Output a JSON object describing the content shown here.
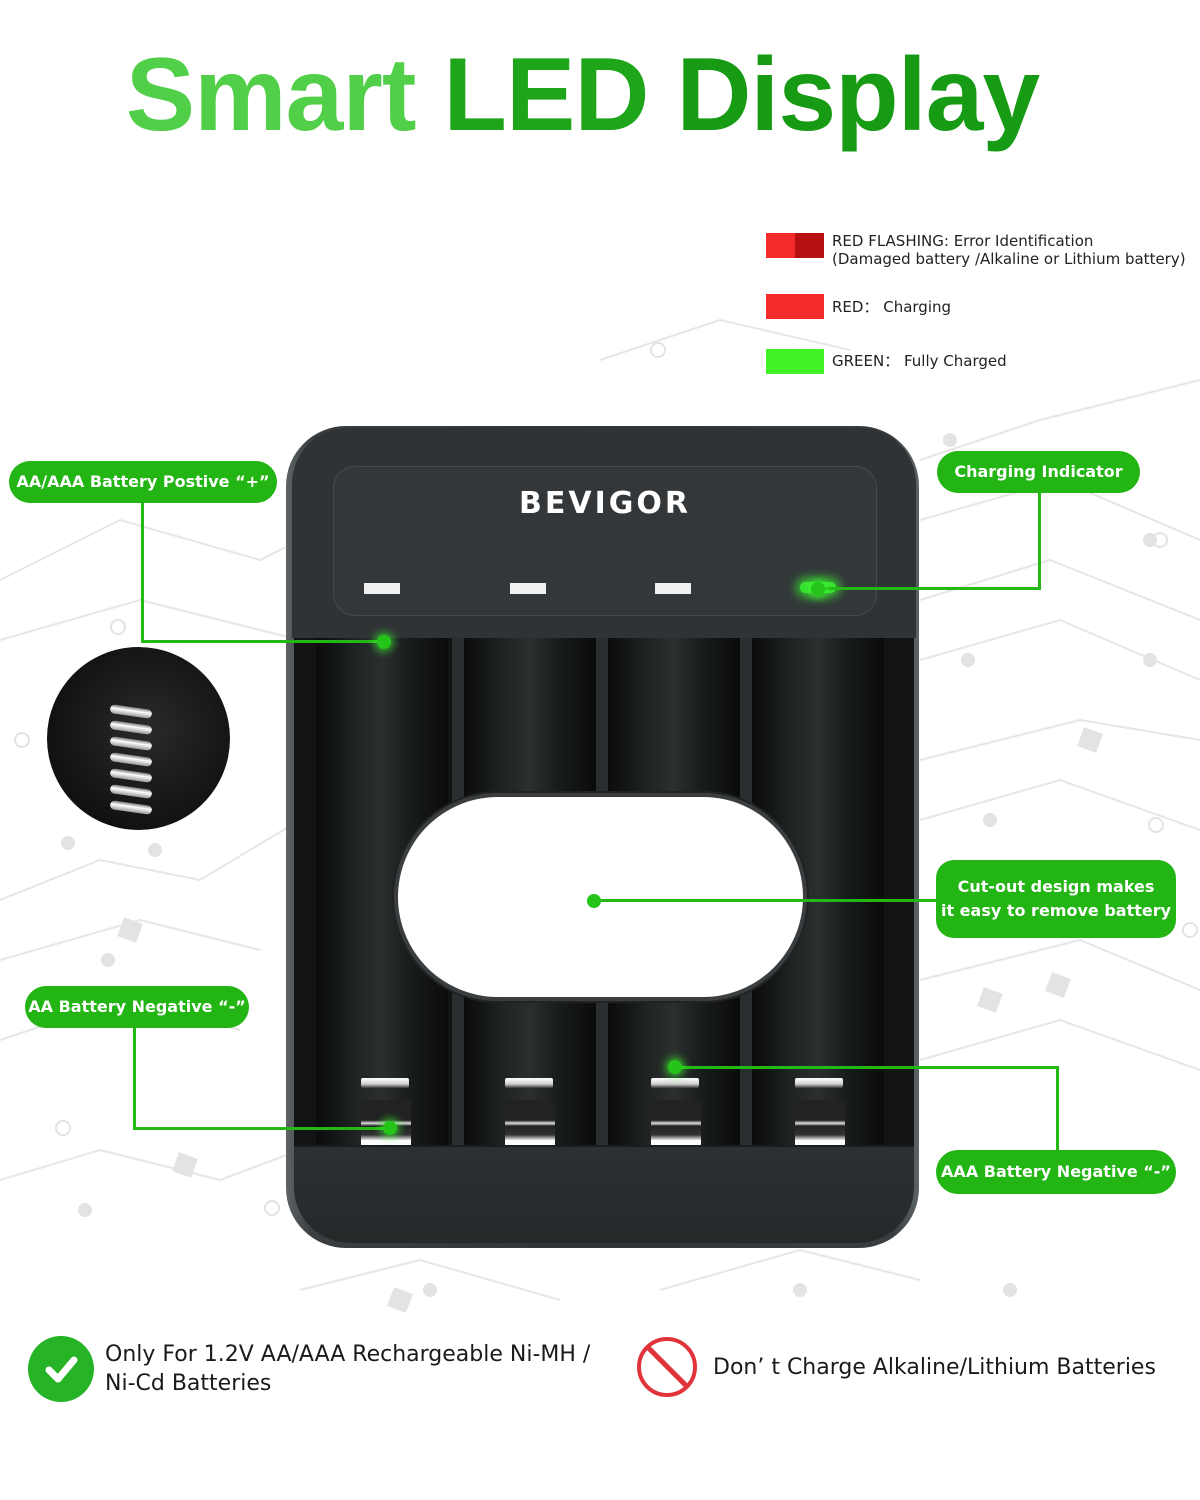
{
  "title": {
    "word1": "Smart",
    "word2": "LED",
    "word3": "Display"
  },
  "legend": [
    {
      "label": "RED FLASHING: Error Identification",
      "sublabel": "(Damaged battery /Alkaline or Lithium battery)",
      "colors": [
        "#f52a2a",
        "#b81010"
      ]
    },
    {
      "label": "RED： Charging",
      "colors": [
        "#f52a2a"
      ]
    },
    {
      "label": "GREEN： Fully Charged",
      "colors": [
        "#44f22a"
      ]
    }
  ],
  "brand": "BEVIGOR",
  "leds": [
    "off",
    "off",
    "off",
    "green"
  ],
  "callouts": {
    "positive": "AA/AAA Battery Postive “+”",
    "charging_indicator": "Charging Indicator",
    "cutout_line1": "Cut-out design makes",
    "cutout_line2": "it easy to remove battery",
    "aa_negative": "AA Battery Negative “-”",
    "aaa_negative": "AAA Battery Negative “-”"
  },
  "footer": {
    "ok_line1": "Only For 1.2V AA/AAA Rechargeable Ni-MH /",
    "ok_line2": "Ni-Cd Batteries",
    "warning": "Don’  t Charge Alkaline/Lithium Batteries"
  },
  "colors": {
    "accent_green": "#22b514",
    "title_light": "#52cf48",
    "title_dark": "#179b14",
    "warning_red": "#e0343a"
  }
}
